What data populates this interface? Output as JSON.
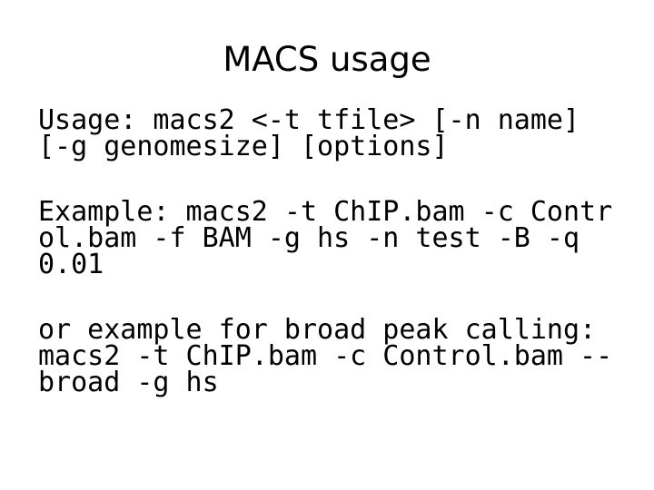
{
  "slide": {
    "title": "MACS usage",
    "background_color": "#ffffff",
    "text_color": "#000000",
    "body_paragraphs": [
      {
        "name": "usage-line",
        "text": "Usage: macs2 <-t tfile> [-n name] [-g genomesize] [options]",
        "rendered_lines": [
          "Usage: macs2 <-t tfile> [-n name] [",
          "-g genomesize] [options]"
        ]
      },
      {
        "name": "example-standard",
        "text": "Example: macs2 -t ChIP.bam -c Control.bam -f BAM -g hs -n test -B -q 0.01",
        "rendered_lines": [
          "Example: macs2 -t ChIP.bam -c ",
          "Control.bam -f BAM -g hs -n test -B ",
          "-q 0.01"
        ]
      },
      {
        "name": "example-broad",
        "text": "or example for broad peak calling: macs2 -t ChIP.bam -c Control.bam --broad -g hs",
        "rendered_lines": [
          "or example for broad peak calling:",
          "macs2 -t ChIP.bam -c Control.bam --",
          "broad -g hs"
        ]
      }
    ]
  }
}
